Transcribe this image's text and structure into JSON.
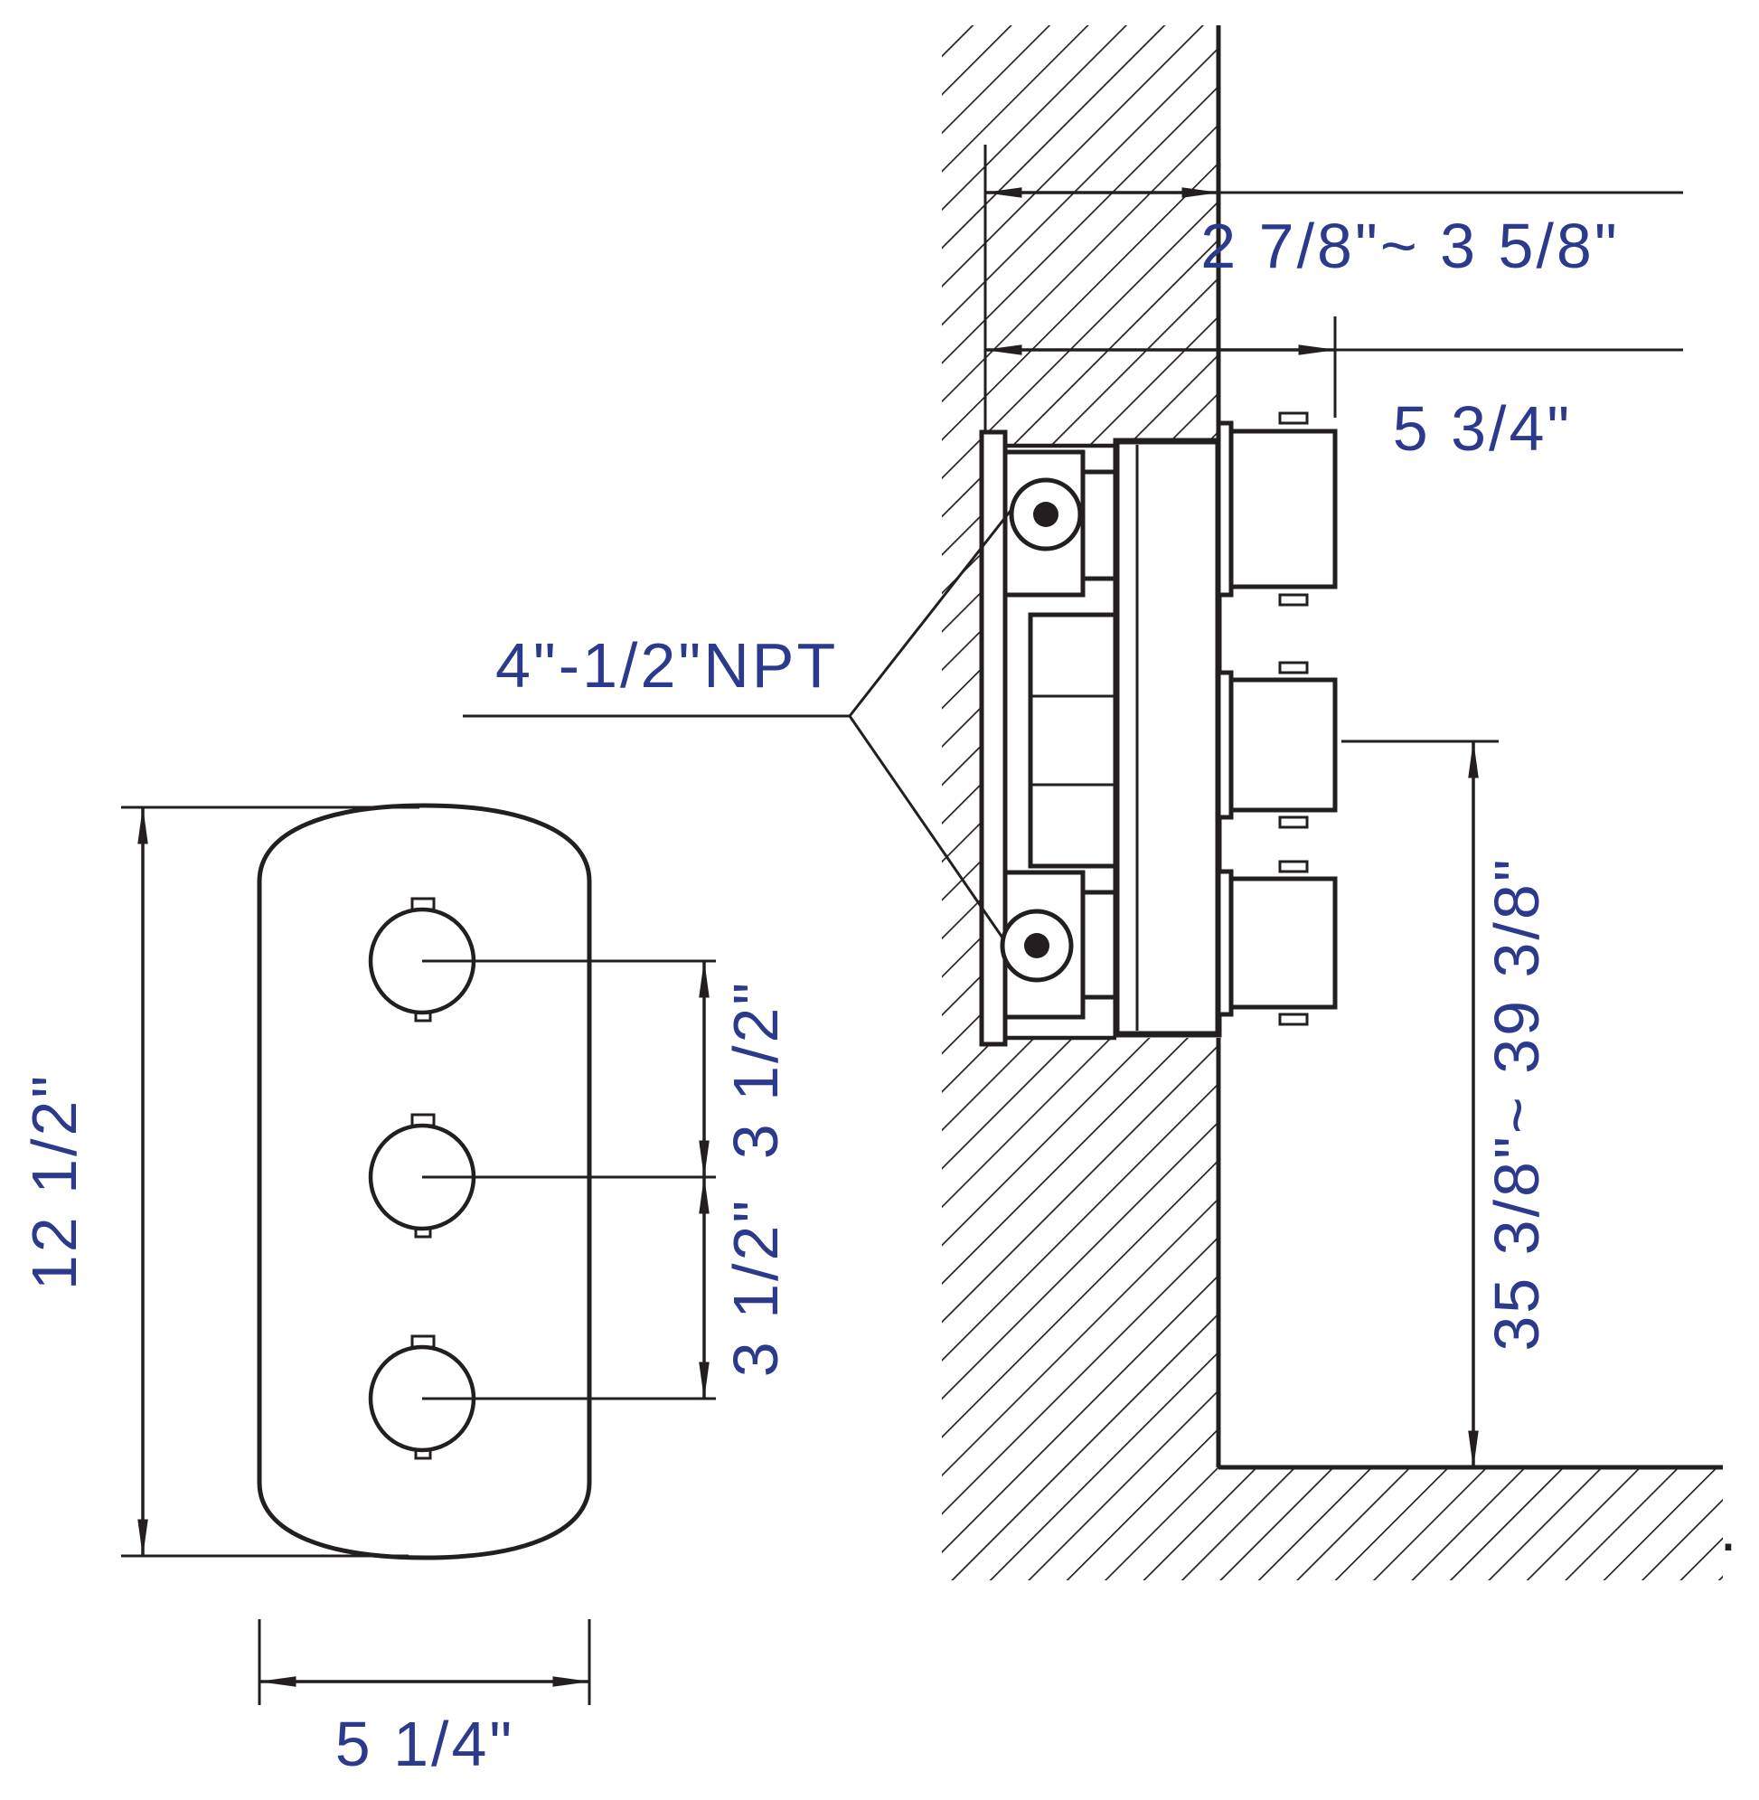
{
  "colors": {
    "line": "#231f20",
    "dim_text": "#2b3a8c"
  },
  "front_view": {
    "height": "12 1/2\"",
    "width": "5 1/4\"",
    "spacing_upper": "3 1/2\"",
    "spacing_lower": "3 1/2\""
  },
  "section_view": {
    "recess_depth_range": "2 7/8\"~ 3 5/8\"",
    "overall_depth": "5 3/4\"",
    "connection": "4\"-1/2\"NPT",
    "height_range": "35 3/8\"~ 39 3/8\"",
    "floor_mark": "."
  }
}
